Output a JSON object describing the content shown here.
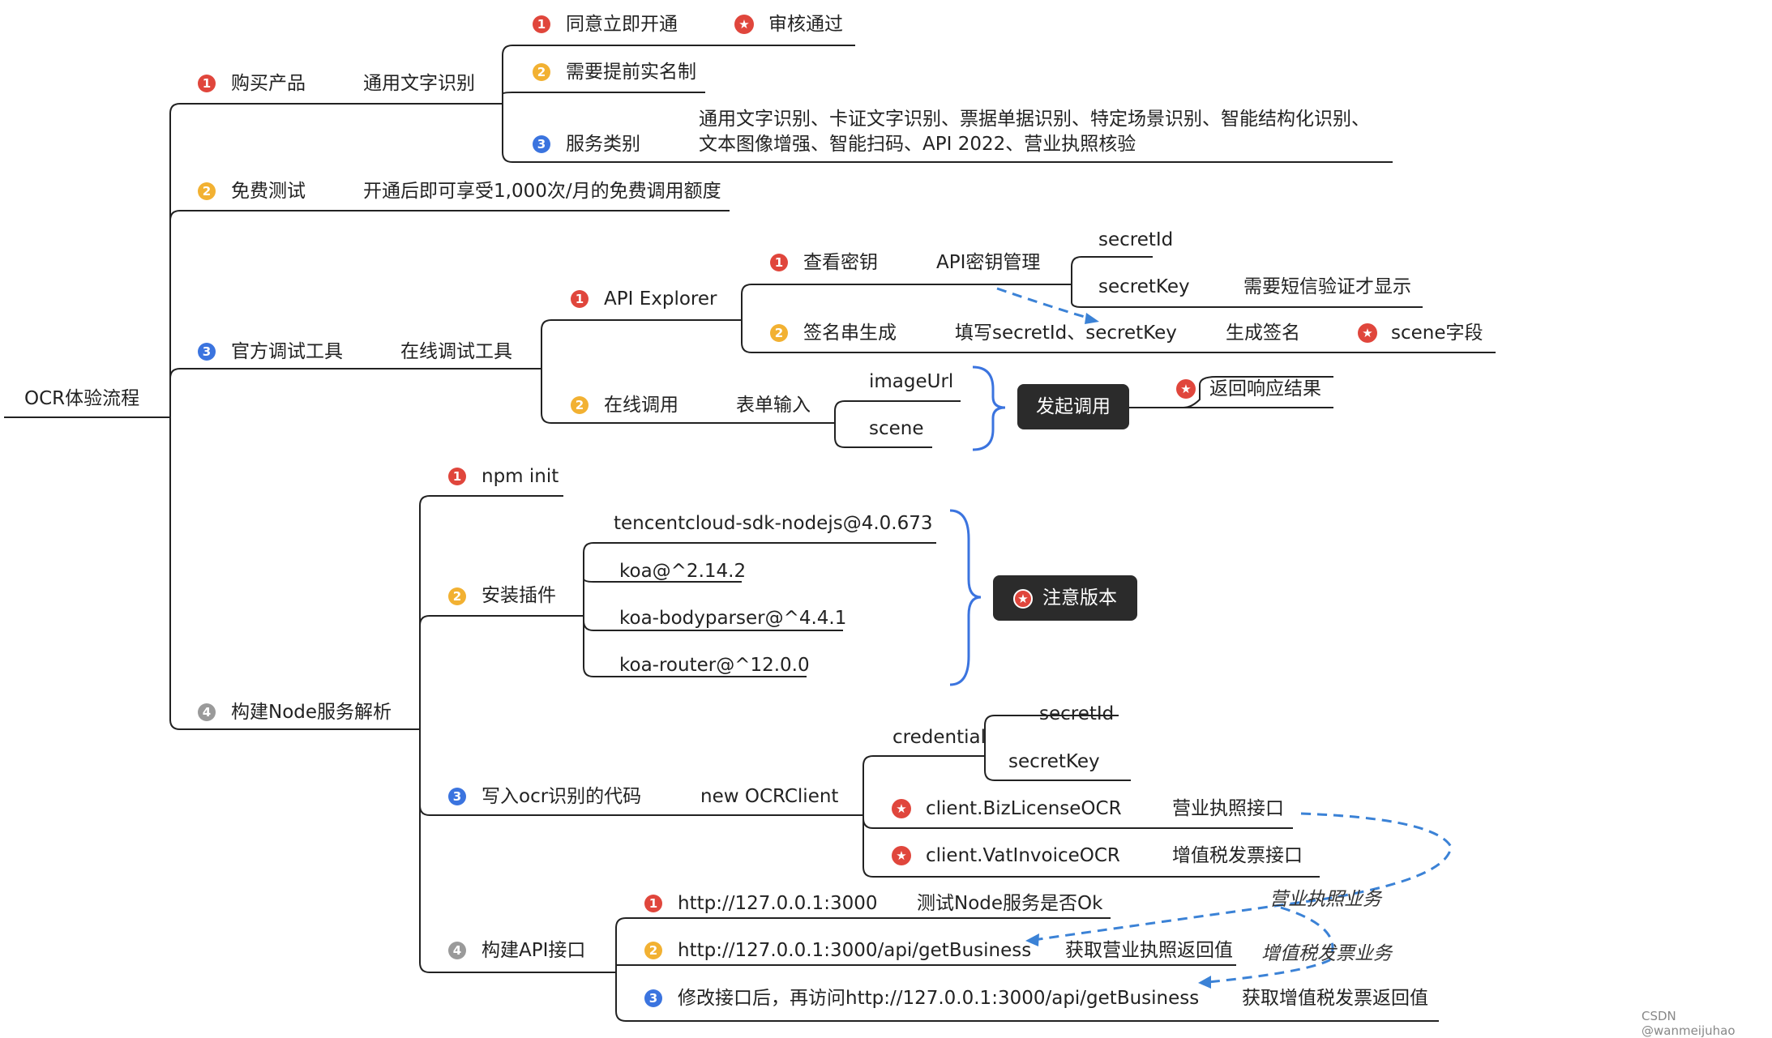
{
  "root": "OCR体验流程",
  "branches": {
    "buy": {
      "num": "1",
      "label": "购买产品",
      "sub": "通用文字识别",
      "items": [
        {
          "num": "1",
          "label": "同意立即开通",
          "extra": "审核通过"
        },
        {
          "num": "2",
          "label": "需要提前实名制"
        },
        {
          "num": "3",
          "label": "服务类别",
          "line1": "通用文字识别、卡证文字识别、票据单据识别、特定场景识别、智能结构化识别、",
          "line2": "文本图像增强、智能扫码、API 2022、营业执照核验"
        }
      ]
    },
    "free": {
      "num": "2",
      "label": "免费测试",
      "desc": "开通后即可享受1,000次/月的免费调用额度"
    },
    "tool": {
      "num": "3",
      "label": "官方调试工具",
      "sub": "在线调试工具",
      "explorer": {
        "num": "1",
        "label": "API Explorer",
        "view_key": {
          "num": "1",
          "label": "查看密钥",
          "sub": "API密钥管理",
          "secret_id": "secretId",
          "secret_key": "secretKey",
          "note": "需要短信验证才显示"
        },
        "sign": {
          "num": "2",
          "label": "签名串生成",
          "fill": "填写secretId、secretKey",
          "gen": "生成签名",
          "scene": "scene字段"
        }
      },
      "online": {
        "num": "2",
        "label": "在线调用",
        "form": "表单输入",
        "image_url": "imageUrl",
        "scene": "scene",
        "invoke": "发起调用",
        "result": "返回响应结果"
      }
    },
    "node": {
      "num": "4",
      "label": "构建Node服务解析",
      "init": {
        "num": "1",
        "label": "npm init"
      },
      "install": {
        "num": "2",
        "label": "安装插件",
        "pkgs": [
          "tencentcloud-sdk-nodejs@4.0.673",
          "koa@^2.14.2",
          "koa-bodyparser@^4.4.1",
          "koa-router@^12.0.0"
        ],
        "note": "注意版本"
      },
      "code": {
        "num": "3",
        "label": "写入ocr识别的代码",
        "client": "new OCRClient",
        "credential": "credential",
        "secret_id": "secretId",
        "secret_key": "secretKey",
        "biz": "client.BizLicenseOCR",
        "biz_desc": "营业执照接口",
        "vat": "client.VatInvoiceOCR",
        "vat_desc": "增值税发票接口"
      },
      "api": {
        "num": "4",
        "label": "构建API接口",
        "items": [
          {
            "num": "1",
            "url": "http://127.0.0.1:3000",
            "desc": "测试Node服务是否Ok"
          },
          {
            "num": "2",
            "url": "http://127.0.0.1:3000/api/getBusiness",
            "desc": "获取营业执照返回值"
          },
          {
            "num": "3",
            "url": "修改接口后，再访问http://127.0.0.1:3000/api/getBusiness",
            "desc": "获取增值税发票返回值"
          }
        ],
        "flow_biz": "营业执照业务",
        "flow_vat": "增值税发票业务"
      }
    }
  },
  "watermark": "CSDN @wanmeijuhao",
  "colors": {
    "line": "#222222",
    "dash": "#3b82d6",
    "red": "#e0463c",
    "yellow": "#f2b132",
    "blue": "#3b74df",
    "gray": "#9a9a9a",
    "pill": "#2b2b2b"
  }
}
